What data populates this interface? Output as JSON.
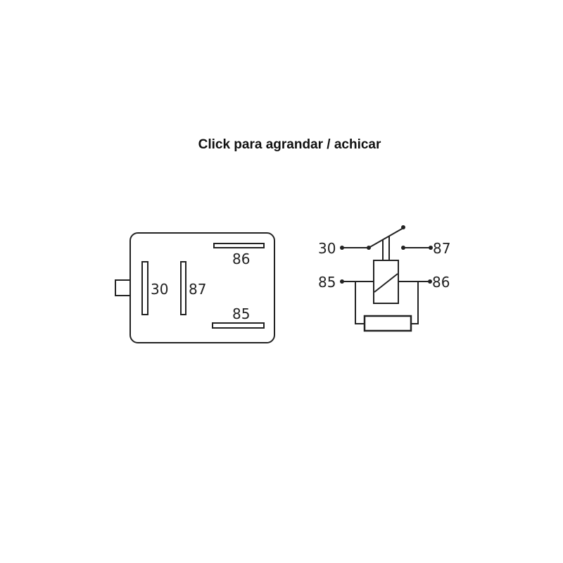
{
  "title": "Click para agrandar / achicar",
  "colors": {
    "stroke": "#222222",
    "background": "#ffffff"
  },
  "housing": {
    "pins": [
      {
        "label": "30",
        "orientation": "vertical"
      },
      {
        "label": "87",
        "orientation": "vertical"
      },
      {
        "label": "86",
        "orientation": "horizontal"
      },
      {
        "label": "85",
        "orientation": "horizontal"
      }
    ]
  },
  "schematic": {
    "terminals": {
      "t30": "30",
      "t87": "87",
      "t85": "85",
      "t86": "86"
    },
    "components": [
      "relay-coil",
      "switch-contact",
      "resistor"
    ]
  }
}
